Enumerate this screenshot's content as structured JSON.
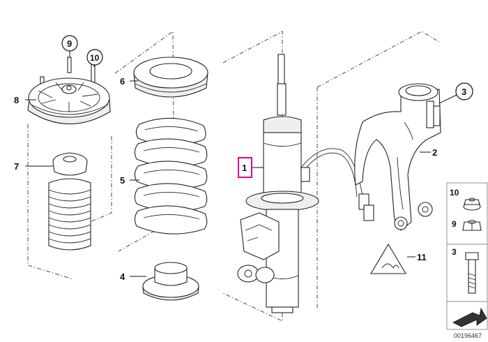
{
  "callouts": {
    "c1": "1",
    "c2": "2",
    "c3": "3",
    "c4": "4",
    "c5": "5",
    "c6": "6",
    "c7": "7",
    "c8": "8",
    "c9": "9",
    "c10": "10",
    "c11": "11"
  },
  "legend": {
    "l10": "10",
    "l9": "9",
    "l3": "3"
  },
  "diagram_number": "00196467",
  "colors": {
    "highlight": "#e6008f",
    "line": "#222222"
  }
}
